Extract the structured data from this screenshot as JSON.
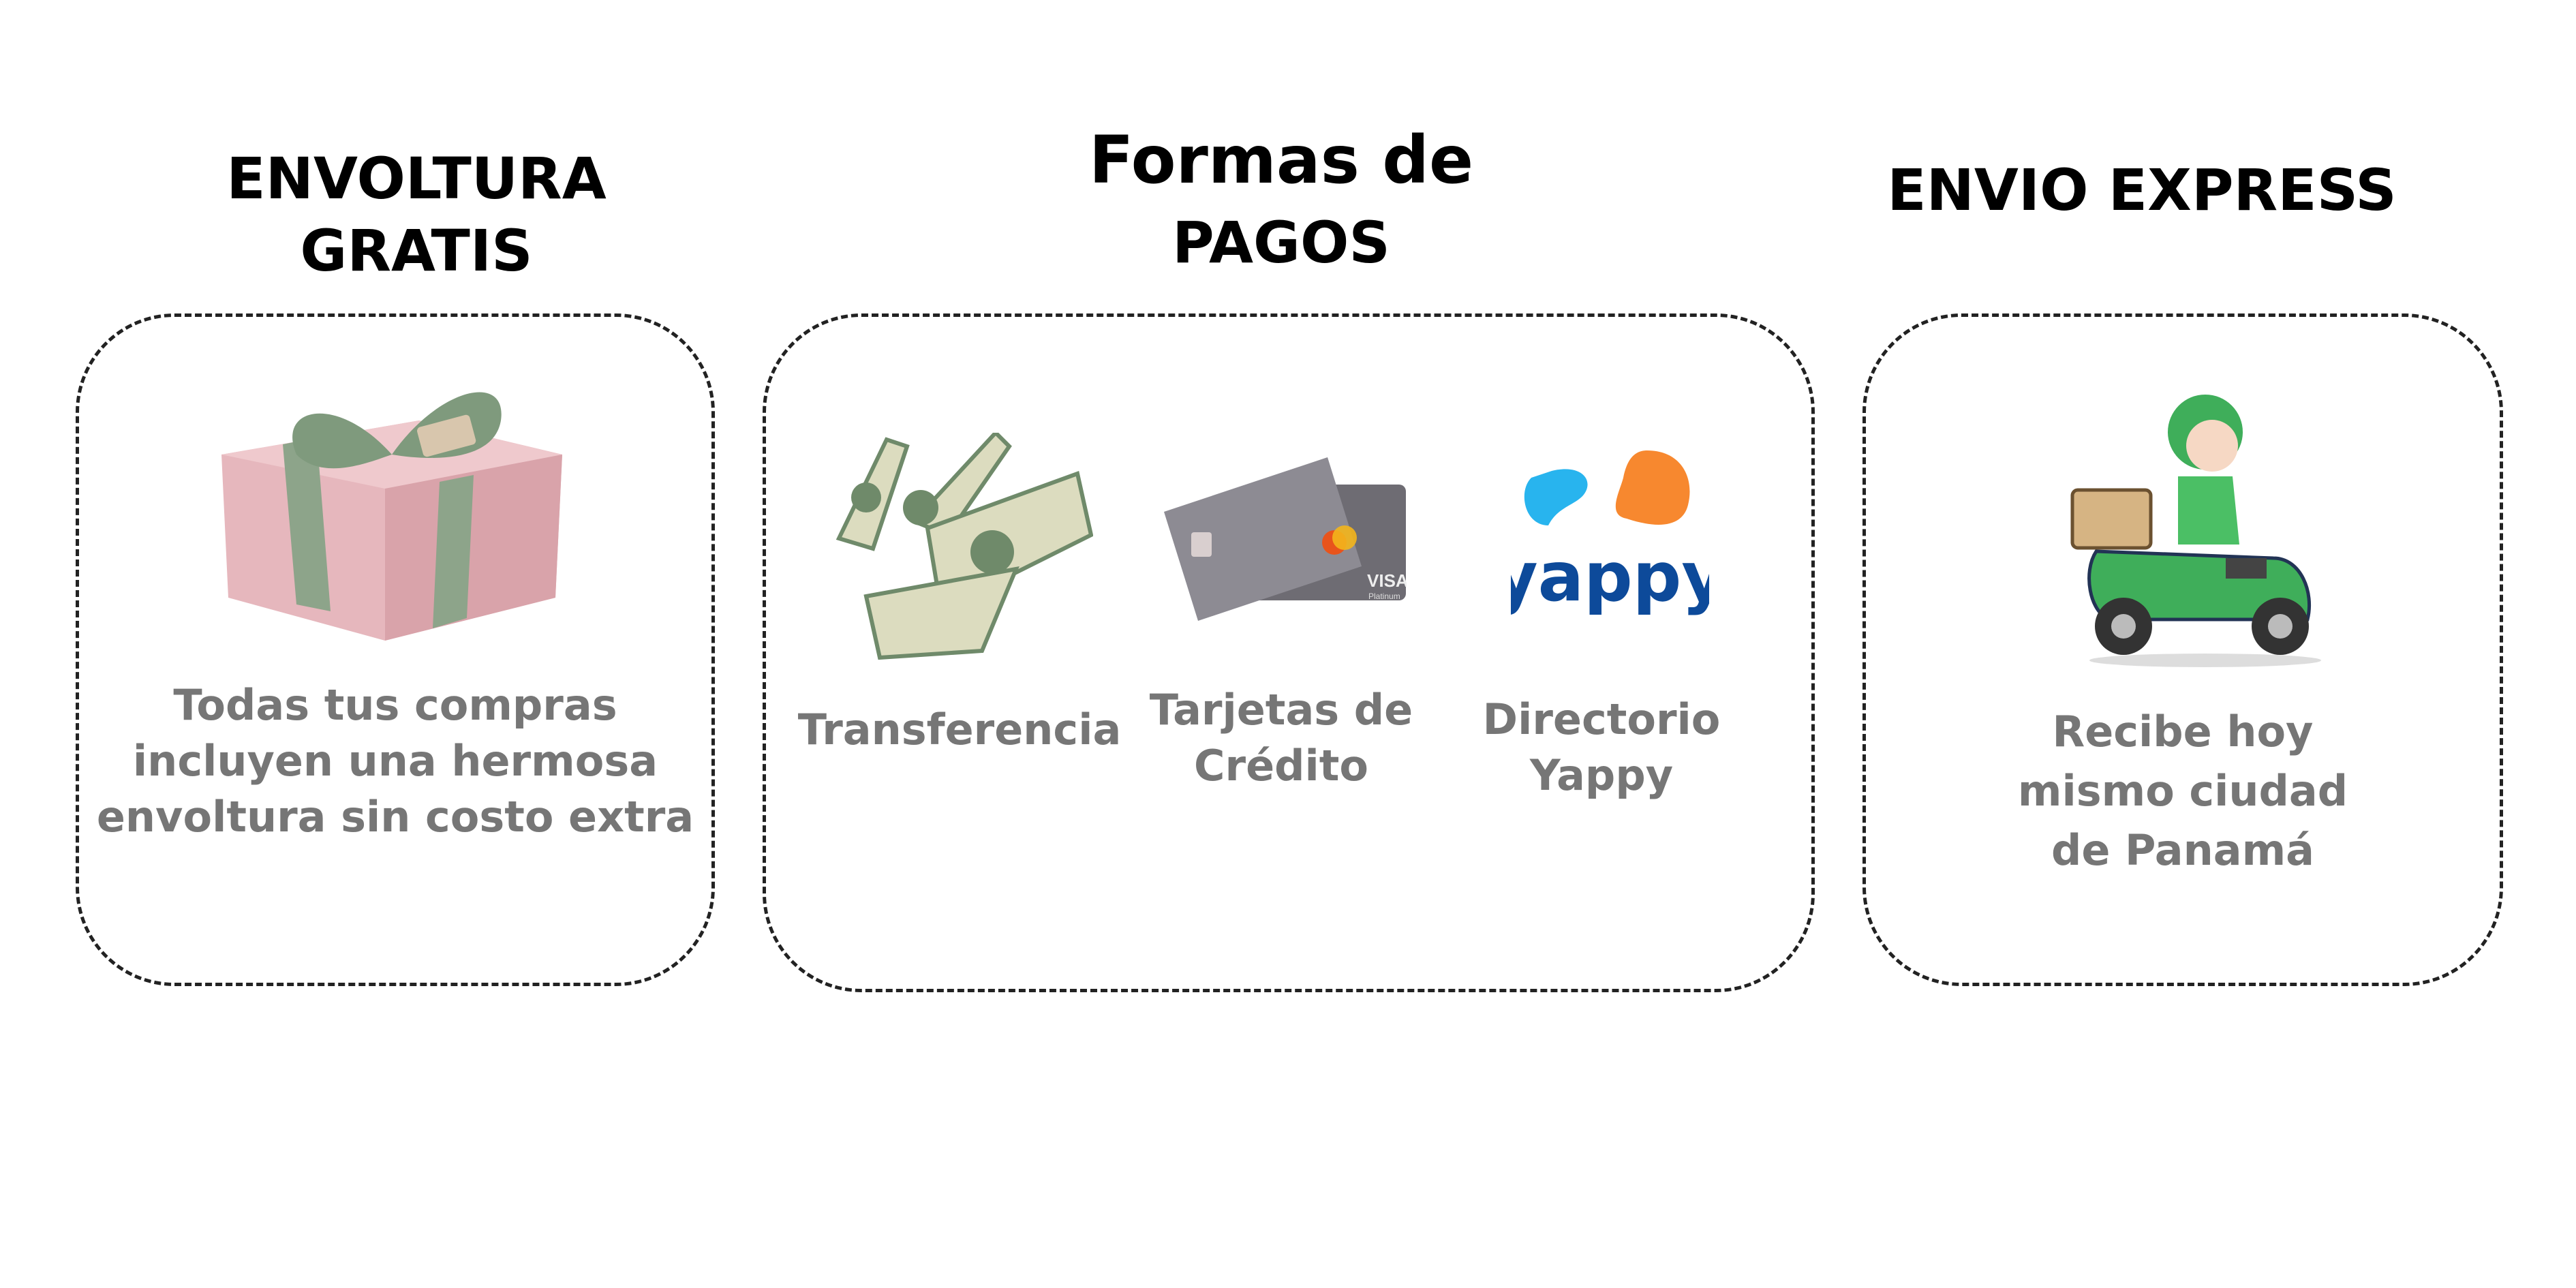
{
  "sections": {
    "wrap": {
      "title_lines": [
        "ENVOLTURA",
        "GRATIS"
      ],
      "text_lines": [
        "Todas tus compras",
        "incluyen una hermosa",
        "envoltura sin costo extra"
      ],
      "icon": "gift-box-icon"
    },
    "payments": {
      "title_lines": [
        "Formas de",
        "PAGOS"
      ],
      "methods": [
        {
          "label_lines": [
            "Transferencia"
          ],
          "icon": "cash-bills-icon"
        },
        {
          "label_lines": [
            "Tarjetas de",
            "Crédito"
          ],
          "icon": "credit-card-icon",
          "card_brand": "VISA",
          "card_tier": "Platinum"
        },
        {
          "label_lines": [
            "Directorio",
            "Yappy"
          ],
          "icon": "yappy-logo-icon",
          "logo_text": "yappy"
        }
      ]
    },
    "express": {
      "title_lines": [
        "ENVIO EXPRESS"
      ],
      "text_lines": [
        "Recibe hoy",
        "mismo ciudad",
        "de Panamá"
      ],
      "icon": "delivery-scooter-icon"
    }
  },
  "colors": {
    "text_gray": "#767676",
    "yappy_blue": "#0d4a9a",
    "yappy_orange": "#f7882f",
    "yappy_cyan": "#28b4ee",
    "scooter_green": "#3fae5a",
    "gift_pink": "#e6b7bd",
    "ribbon_green": "#8da48a"
  }
}
